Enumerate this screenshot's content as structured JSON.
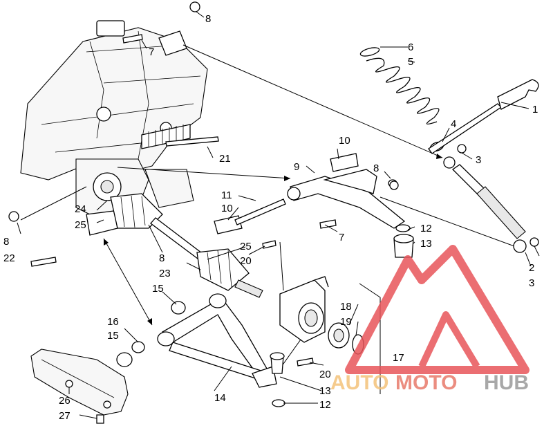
{
  "callouts": [
    {
      "id": "c1",
      "text": "1"
    },
    {
      "id": "c2",
      "text": "2"
    },
    {
      "id": "c3a",
      "text": "3"
    },
    {
      "id": "c3b",
      "text": "3"
    },
    {
      "id": "c4",
      "text": "4"
    },
    {
      "id": "c5",
      "text": "5"
    },
    {
      "id": "c6",
      "text": "6"
    },
    {
      "id": "c7a",
      "text": "7"
    },
    {
      "id": "c7b",
      "text": "7"
    },
    {
      "id": "c8a",
      "text": "8"
    },
    {
      "id": "c8b",
      "text": "8"
    },
    {
      "id": "c8c",
      "text": "8"
    },
    {
      "id": "c8d",
      "text": "8"
    },
    {
      "id": "c9",
      "text": "9"
    },
    {
      "id": "c10a",
      "text": "10"
    },
    {
      "id": "c10b",
      "text": "10"
    },
    {
      "id": "c11",
      "text": "11"
    },
    {
      "id": "c12a",
      "text": "12"
    },
    {
      "id": "c12b",
      "text": "12"
    },
    {
      "id": "c13a",
      "text": "13"
    },
    {
      "id": "c13b",
      "text": "13"
    },
    {
      "id": "c14",
      "text": "14"
    },
    {
      "id": "c15a",
      "text": "15"
    },
    {
      "id": "c15b",
      "text": "15"
    },
    {
      "id": "c16",
      "text": "16"
    },
    {
      "id": "c17",
      "text": "17"
    },
    {
      "id": "c18",
      "text": "18"
    },
    {
      "id": "c19",
      "text": "19"
    },
    {
      "id": "c20a",
      "text": "20"
    },
    {
      "id": "c20b",
      "text": "20"
    },
    {
      "id": "c21",
      "text": "21"
    },
    {
      "id": "c22",
      "text": "22"
    },
    {
      "id": "c23",
      "text": "23"
    },
    {
      "id": "c24",
      "text": "24"
    },
    {
      "id": "c25a",
      "text": "25"
    },
    {
      "id": "c25b",
      "text": "25"
    },
    {
      "id": "c26",
      "text": "26"
    },
    {
      "id": "c27",
      "text": "27"
    }
  ],
  "watermark": {
    "word_auto": "AUTO",
    "word_moto": "MOTO",
    "word_hub": "HUB",
    "color_auto": "#f4c27a",
    "color_moto": "#e87a6a",
    "color_hub": "#9a9a9a",
    "logo_color": "#e8555a",
    "logo_icon": "triangle-m-logo-icon"
  }
}
